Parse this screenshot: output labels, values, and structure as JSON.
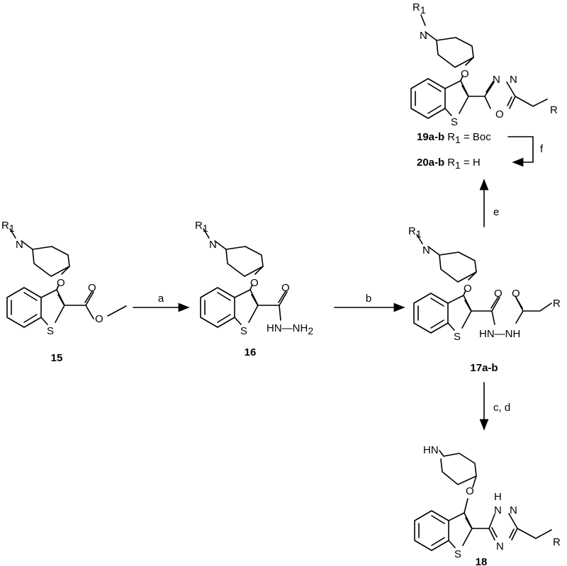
{
  "compounds": {
    "c15": "15",
    "c16": "16",
    "c17": "17a-b",
    "c18": "18",
    "c19": "19a-b",
    "c20": "20a-b"
  },
  "atoms": {
    "N": "N",
    "O": "O",
    "S": "S",
    "R": "R",
    "R1": "R",
    "R1_sub": "1",
    "HN": "HN",
    "HN_NH2": "HN",
    "NH2": "NH",
    "NH2_sub": "2",
    "NH": "NH",
    "HN_NH": "HN",
    "H_triazole": "H"
  },
  "labels": {
    "r19_prefix": "R",
    "r19_sub": "1",
    "r19_eq": " = Boc",
    "r20_prefix": "R",
    "r20_sub": "1",
    "r20_eq": " = H"
  },
  "reagents": {
    "a": "a",
    "b": "b",
    "cd": "c, d",
    "e": "e",
    "f": "f"
  }
}
